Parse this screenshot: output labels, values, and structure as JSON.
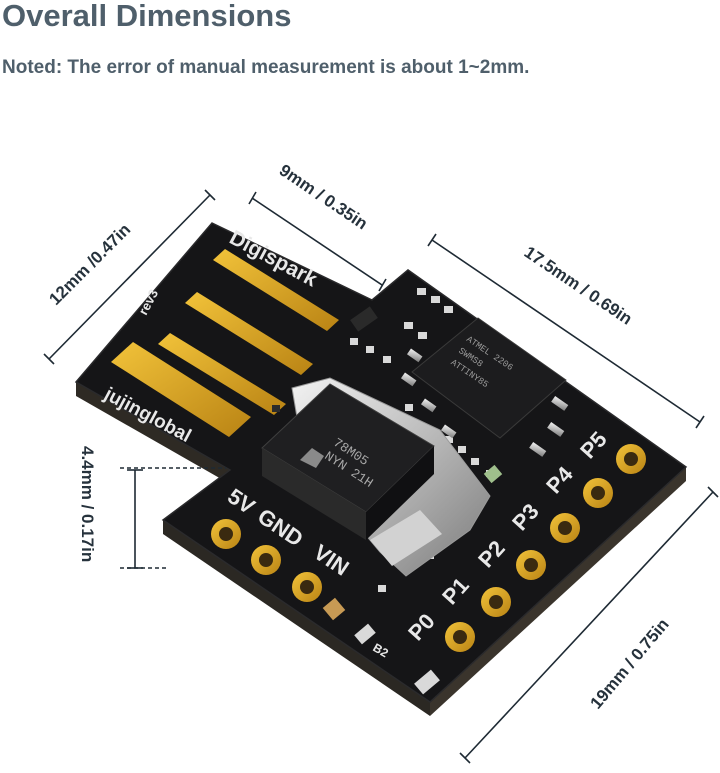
{
  "title": "Overall Dimensions",
  "note": "Noted: The error of manual measurement is about 1~2mm.",
  "dimensions": {
    "width_left": "12mm /0.47in",
    "top_connector": "9mm / 0.35in",
    "length_right": "17.5mm / 0.69in",
    "thickness": "4.4mm / 0.17in",
    "width_bottom": "19mm / 0.75in"
  },
  "board": {
    "brand": "Digispark",
    "revision": "rev3",
    "maker": "jujinglobal",
    "power_pins": [
      "5V",
      "GND",
      "VIN"
    ],
    "io_pins": [
      "P0",
      "P1",
      "P2",
      "P3",
      "P4",
      "P5"
    ],
    "regulator_marking": [
      "78M05",
      "NYN 21H"
    ],
    "mcu_marking": [
      "ATMEL 2206",
      "SWMS8",
      "ATTINY85"
    ],
    "led_marking": "B2"
  },
  "colors": {
    "pcb": "#151517",
    "gold": "#d6a11e",
    "silkscreen": "#e8e8e8",
    "text": "#4f5f6b"
  }
}
